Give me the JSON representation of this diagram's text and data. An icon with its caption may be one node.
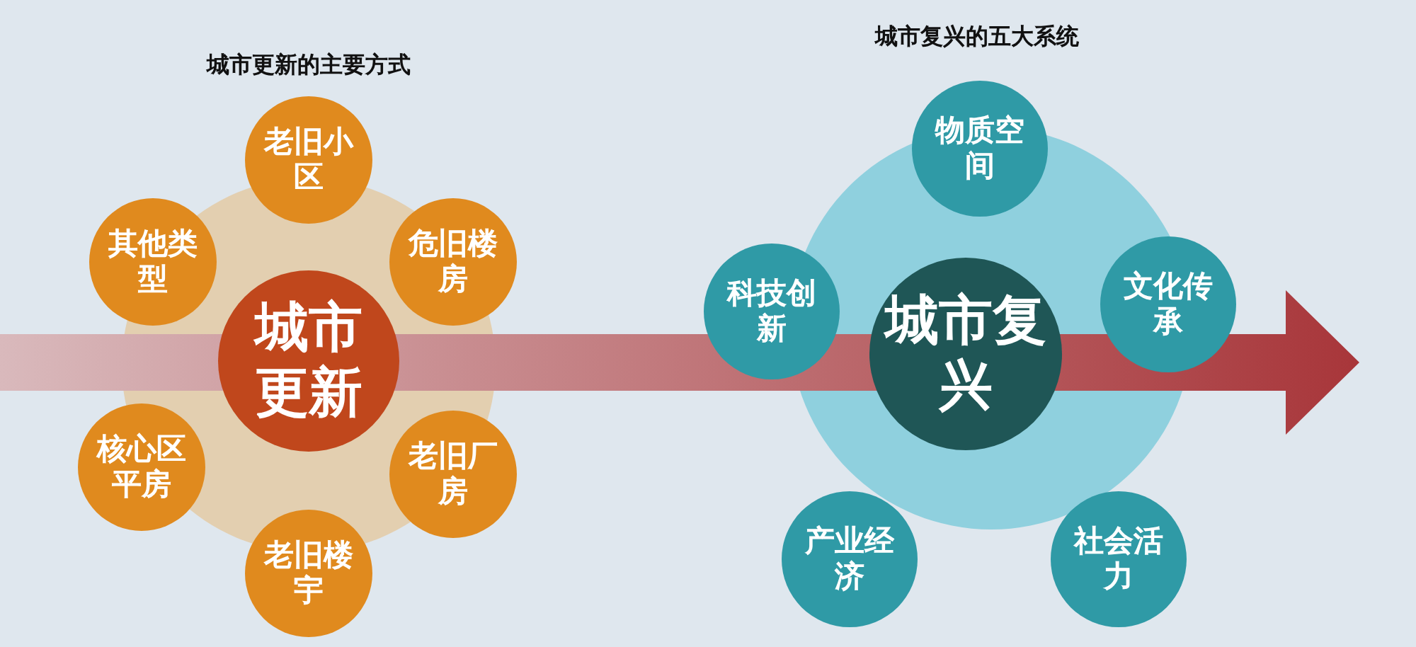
{
  "diagram": {
    "nodes": [
      {
        "text": [
          "城市更新"
        ]
      },
      {
        "text": [
          "老旧小区"
        ]
      },
      {
        "text": [
          "危旧楼房"
        ]
      },
      {
        "text": [
          "老旧厂房"
        ]
      },
      {
        "text": [
          "老旧楼宇"
        ]
      },
      {
        "text": [
          "核心区平房"
        ]
      },
      {
        "text": [
          "其他类型"
        ]
      },
      {
        "text": [
          "城市复兴"
        ]
      },
      {
        "text": [
          "物质空间"
        ]
      },
      {
        "text": [
          "文化传承"
        ]
      },
      {
        "text": [
          "社会活力"
        ]
      },
      {
        "text": [
          "产业经济"
        ]
      },
      {
        "text": [
          "科技创新"
        ]
      }
    ],
    "labels": [
      "城市更新的主要方式",
      "城市复兴的五大系统"
    ]
  }
}
